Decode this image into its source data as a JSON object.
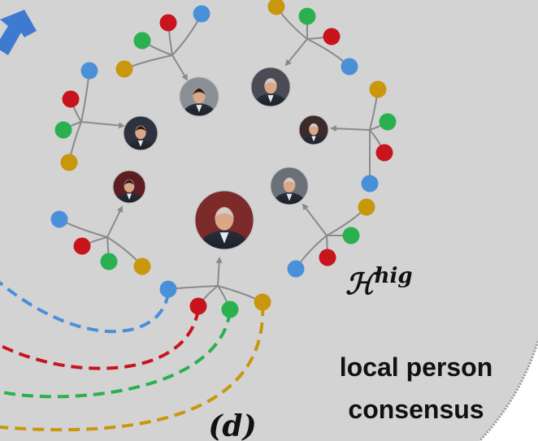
{
  "panel": {
    "background_color": "#d3d3d3",
    "edge_color": "#9a9a9a"
  },
  "colors": {
    "blue": "#4a90d9",
    "red": "#c8141c",
    "green": "#2ab04f",
    "gold": "#c9970c",
    "arrow": "#8a8a8a",
    "corner_arrow": "#3d7ad0"
  },
  "labels": {
    "hypergraph_symbol": "ℋ",
    "hypergraph_superscript": "hig",
    "caption_line1": "local person",
    "caption_line2": "consensus",
    "subfigure": "(d)"
  },
  "persons": [
    {
      "id": "center",
      "icon": "person-photo"
    },
    {
      "id": "top-left",
      "icon": "person-photo"
    },
    {
      "id": "top-right",
      "icon": "person-photo"
    },
    {
      "id": "mid-left",
      "icon": "person-photo"
    },
    {
      "id": "mid-right",
      "icon": "person-photo"
    },
    {
      "id": "low-left",
      "icon": "person-photo"
    },
    {
      "id": "low-right",
      "icon": "person-photo"
    }
  ]
}
